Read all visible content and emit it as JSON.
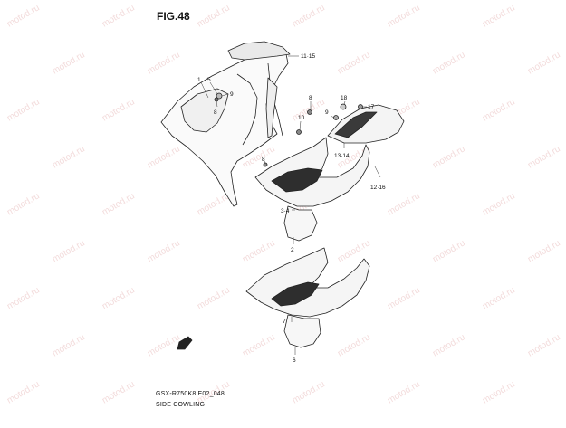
{
  "figure": {
    "title": "FIG.48",
    "code": "GSX-R750K8 E02_048",
    "name": "SIDE COWLING"
  },
  "watermark": {
    "text": "motod.ru",
    "color": "#f3dcdc"
  },
  "callouts": {
    "c1": "1",
    "c5": "5",
    "c9": "9",
    "c8a": "8",
    "c11_15": "11·15",
    "c8b": "8",
    "c10": "10",
    "c18": "18",
    "c9b": "9",
    "c17": "17",
    "c13_14": "13·14",
    "c8c": "8",
    "c12_16": "12·16",
    "c3_4": "3·4",
    "c2": "2",
    "c7": "7",
    "c6": "6"
  }
}
